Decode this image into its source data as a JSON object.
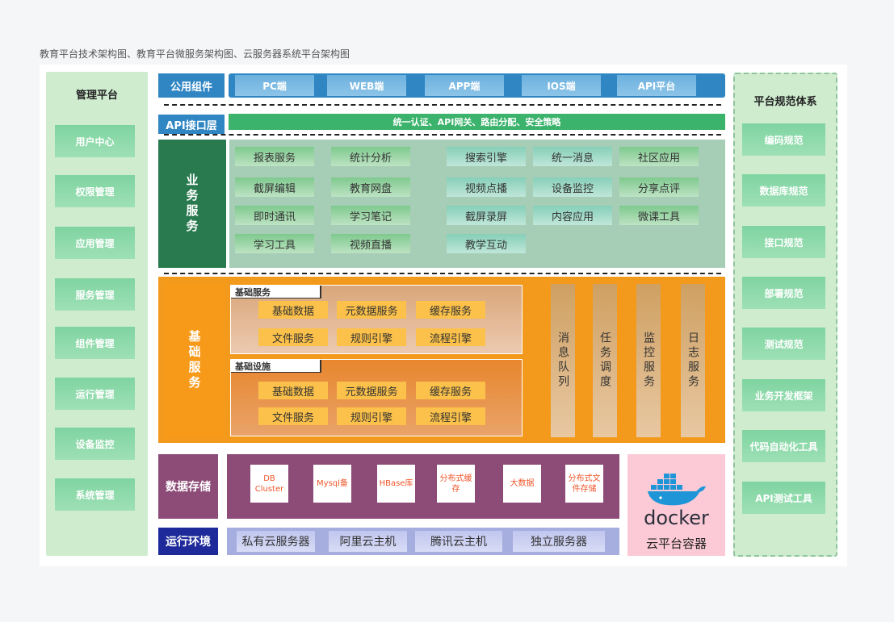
{
  "caption": "教育平台技术架构图、教育平台微服务架构图、云服务器系统平台架构图",
  "left": {
    "title": "管理平台",
    "items": [
      "用户中心",
      "权限管理",
      "应用管理",
      "服务管理",
      "组件管理",
      "运行管理",
      "设备监控",
      "系统管理"
    ]
  },
  "right": {
    "title": "平台规范体系",
    "items": [
      "编码规范",
      "数据库规范",
      "接口规范",
      "部署规范",
      "测试规范",
      "业务开发框架",
      "代码自动化工具",
      "API测试工具"
    ]
  },
  "public": {
    "label": "公用组件",
    "items": [
      "PC端",
      "WEB端",
      "APP端",
      "IOS端",
      "API平台"
    ]
  },
  "api": {
    "label": "API接口层",
    "text": "统一认证、API网关、路由分配、安全策略"
  },
  "business": {
    "label": "业务服务",
    "items": [
      "报表服务",
      "统计分析",
      "搜索引擎",
      "统一消息",
      "社区应用",
      "截屏编辑",
      "教育网盘",
      "视频点播",
      "设备监控",
      "分享点评",
      "即时通讯",
      "学习笔记",
      "截屏录屏",
      "内容应用",
      "微课工具",
      "学习工具",
      "视频直播",
      "教学互动"
    ]
  },
  "base": {
    "label": "基础服务",
    "group1": {
      "title": "基础服务",
      "items": [
        "基础数据",
        "元数据服务",
        "缓存服务",
        "文件服务",
        "规则引擎",
        "流程引擎"
      ]
    },
    "group2": {
      "title": "基础设施",
      "items": [
        "基础数据",
        "元数据服务",
        "缓存服务",
        "文件服务",
        "规则引擎",
        "流程引擎"
      ]
    },
    "columns": [
      "消息队列",
      "任务调度",
      "监控服务",
      "日志服务"
    ]
  },
  "storage": {
    "label": "数据存储",
    "items": [
      "DB Cluster",
      "Mysql备",
      "HBase库",
      "分布式缓存",
      "大数据",
      "分布式文件存储"
    ]
  },
  "runtime": {
    "label": "运行环境",
    "items": [
      "私有云服务器",
      "阿里云主机",
      "腾讯云主机",
      "独立服务器"
    ]
  },
  "cloud": {
    "logo": "docker",
    "label": "云平台容器"
  },
  "colors": {
    "blue": "#2f86c3",
    "green": "#3bb36c",
    "orange": "#f39a1c",
    "purple": "#8d4c78",
    "navy": "#1e2a9a"
  }
}
